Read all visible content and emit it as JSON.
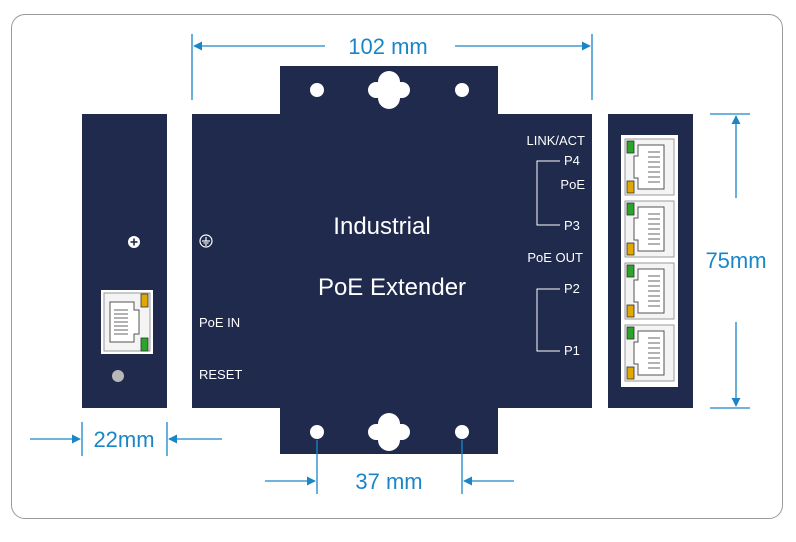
{
  "dimensions": {
    "width": "102 mm",
    "height": "75mm",
    "side_width": "22mm",
    "hole_spacing": "37 mm"
  },
  "device": {
    "title_line1": "Industrial",
    "title_line2": "PoE Extender",
    "poe_in_label": "PoE IN",
    "reset_label": "RESET",
    "link_act_label": "LINK/ACT",
    "poe_label": "PoE",
    "poe_out_label": "PoE OUT",
    "ports": [
      "P4",
      "P3",
      "P2",
      "P1"
    ]
  },
  "colors": {
    "body": "#1f2a4d",
    "dimension": "#1a86c8",
    "led_green": "#2aa52a",
    "led_amber": "#e0a800"
  },
  "icons": {
    "ground": "ground-icon",
    "power": "power-plus-icon",
    "reset": "reset-pinhole-icon"
  }
}
